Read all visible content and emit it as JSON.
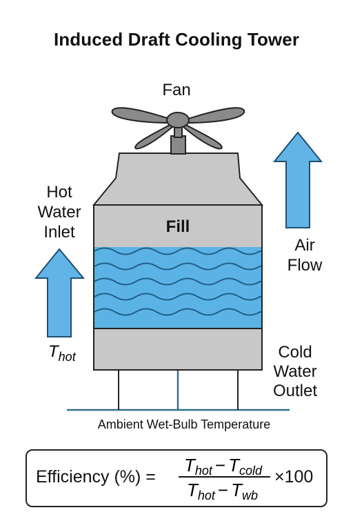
{
  "title": "Induced Draft Cooling Tower",
  "labels": {
    "fan": "Fan",
    "fill": "Fill",
    "hot_water_inlet": [
      "Hot",
      "Water",
      "Inlet"
    ],
    "t_hot": {
      "symbol": "T",
      "sub": "hot"
    },
    "air_flow": [
      "Air",
      "Flow"
    ],
    "cold_water_outlet": [
      "Cold",
      "Water",
      "Outlet"
    ],
    "ambient": "Ambient Wet-Bulb Temperature"
  },
  "formula": {
    "lhs": "Efficiency (%) =",
    "numerator": {
      "t1": "T",
      "s1": "hot",
      "op": "−",
      "t2": "T",
      "s2": "cold"
    },
    "denominator": {
      "t1": "T",
      "s1": "hot",
      "op": "−",
      "t2": "T",
      "s2": "wb"
    },
    "rhs": "×100"
  },
  "colors": {
    "tower": "#c8c8c8",
    "fan": "#8a8a8a",
    "water": "#5ab3e4",
    "arrow": "#62b4e6",
    "outline": "#222222",
    "ground": "#2f6f8f"
  }
}
